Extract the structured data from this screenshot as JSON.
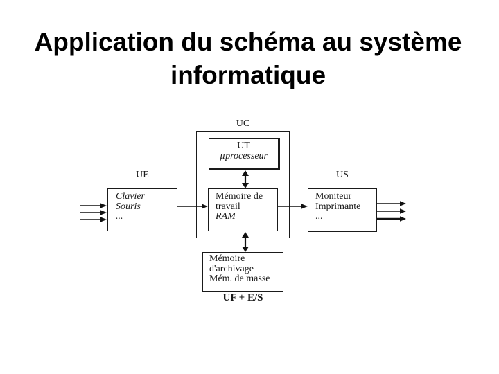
{
  "title": {
    "line1": "Application du schéma au système",
    "line2": "informatique"
  },
  "diagram": {
    "uc": {
      "label": "UC"
    },
    "ut": {
      "title": "UT",
      "subtitle": "µprocesseur"
    },
    "ram": {
      "line1": "Mémoire de",
      "line2": "travail",
      "line3": "RAM"
    },
    "ue": {
      "label": "UE",
      "line1": "Clavier",
      "line2": "Souris",
      "line3": "..."
    },
    "us": {
      "label": "US",
      "line1": "Moniteur",
      "line2": "Imprimante",
      "line3": "..."
    },
    "storage": {
      "line1": "Mémoire",
      "line2": "d'archivage",
      "line3": "Mém. de masse"
    },
    "uf": {
      "label": "UF + E/S"
    }
  },
  "colors": {
    "background": "#ffffff",
    "title_text": "#000000",
    "diagram_ink": "#1a1a1a"
  }
}
